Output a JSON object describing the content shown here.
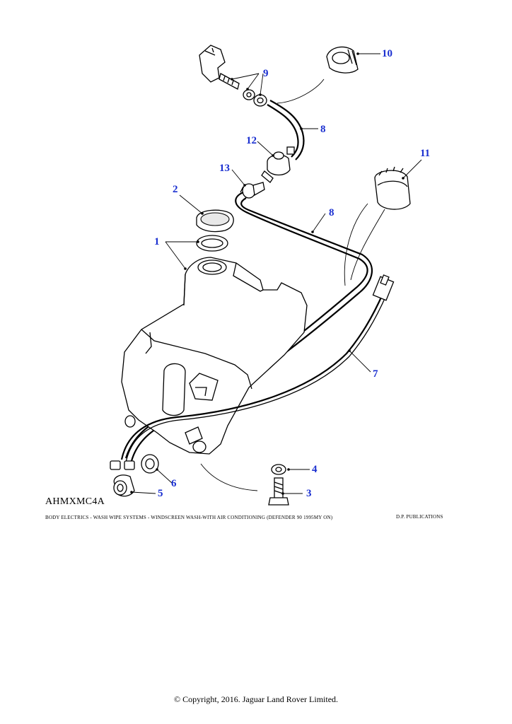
{
  "figure_ref": "AHMXMC4A",
  "caption": "BODY ELECTRICS - WASH WIPE SYSTEMS - WINDSCREEN WASH-WITH AIR CONDITIONING (DEFENDER 90 1995MY ON)",
  "publisher": "D.P. PUBLICATIONS",
  "copyright": "© Copyright, 2016. Jaguar Land Rover Limited.",
  "callouts": {
    "c1": "1",
    "c2": "2",
    "c3": "3",
    "c4": "4",
    "c5": "5",
    "c6": "6",
    "c7": "7",
    "c8a": "8",
    "c8b": "8",
    "c9": "9",
    "c10": "10",
    "c11": "11",
    "c12": "12",
    "c13": "13"
  }
}
